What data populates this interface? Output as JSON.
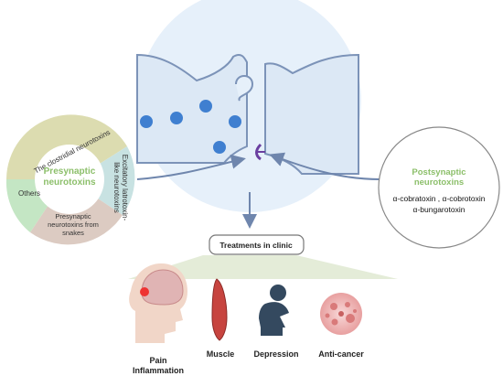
{
  "presynaptic": {
    "center_label": "Presynaptic neurotoxins",
    "segments": [
      {
        "label": "The clostridial neurotoxins",
        "color": "#dcdcb0"
      },
      {
        "label": "Excitatory latrotoxin-like neurotoxins",
        "color": "#c8e2e2"
      },
      {
        "label": "Presynaptic neurotoxins from snakes",
        "color": "#dccbc2"
      },
      {
        "label": "Others",
        "color": "#c4e6c4"
      }
    ],
    "center_color": "#ffffff",
    "label_color": "#8cbf6a"
  },
  "postsynaptic": {
    "title": "Postsynaptic neurotoxins",
    "line1": "α-cobratoxin , α-cobrotoxin",
    "line2": "α-bungarotoxin",
    "title_color": "#8cbf6a"
  },
  "synapse": {
    "bg_color": "#e6f0fa",
    "terminal_color": "#dce8f5",
    "outline_color": "#7c93b8",
    "vesicle_color": "#3f7fd0",
    "receptor_color": "#6b3fa0"
  },
  "treatments": {
    "box_label": "Treatments in clinic",
    "items": [
      {
        "label": "Pain\nInflammation",
        "icon": "brain-head-icon"
      },
      {
        "label": "Muscle",
        "icon": "muscle-icon"
      },
      {
        "label": "Depression",
        "icon": "depression-icon"
      },
      {
        "label": "Anti-cancer",
        "icon": "cancer-cell-icon"
      }
    ]
  }
}
